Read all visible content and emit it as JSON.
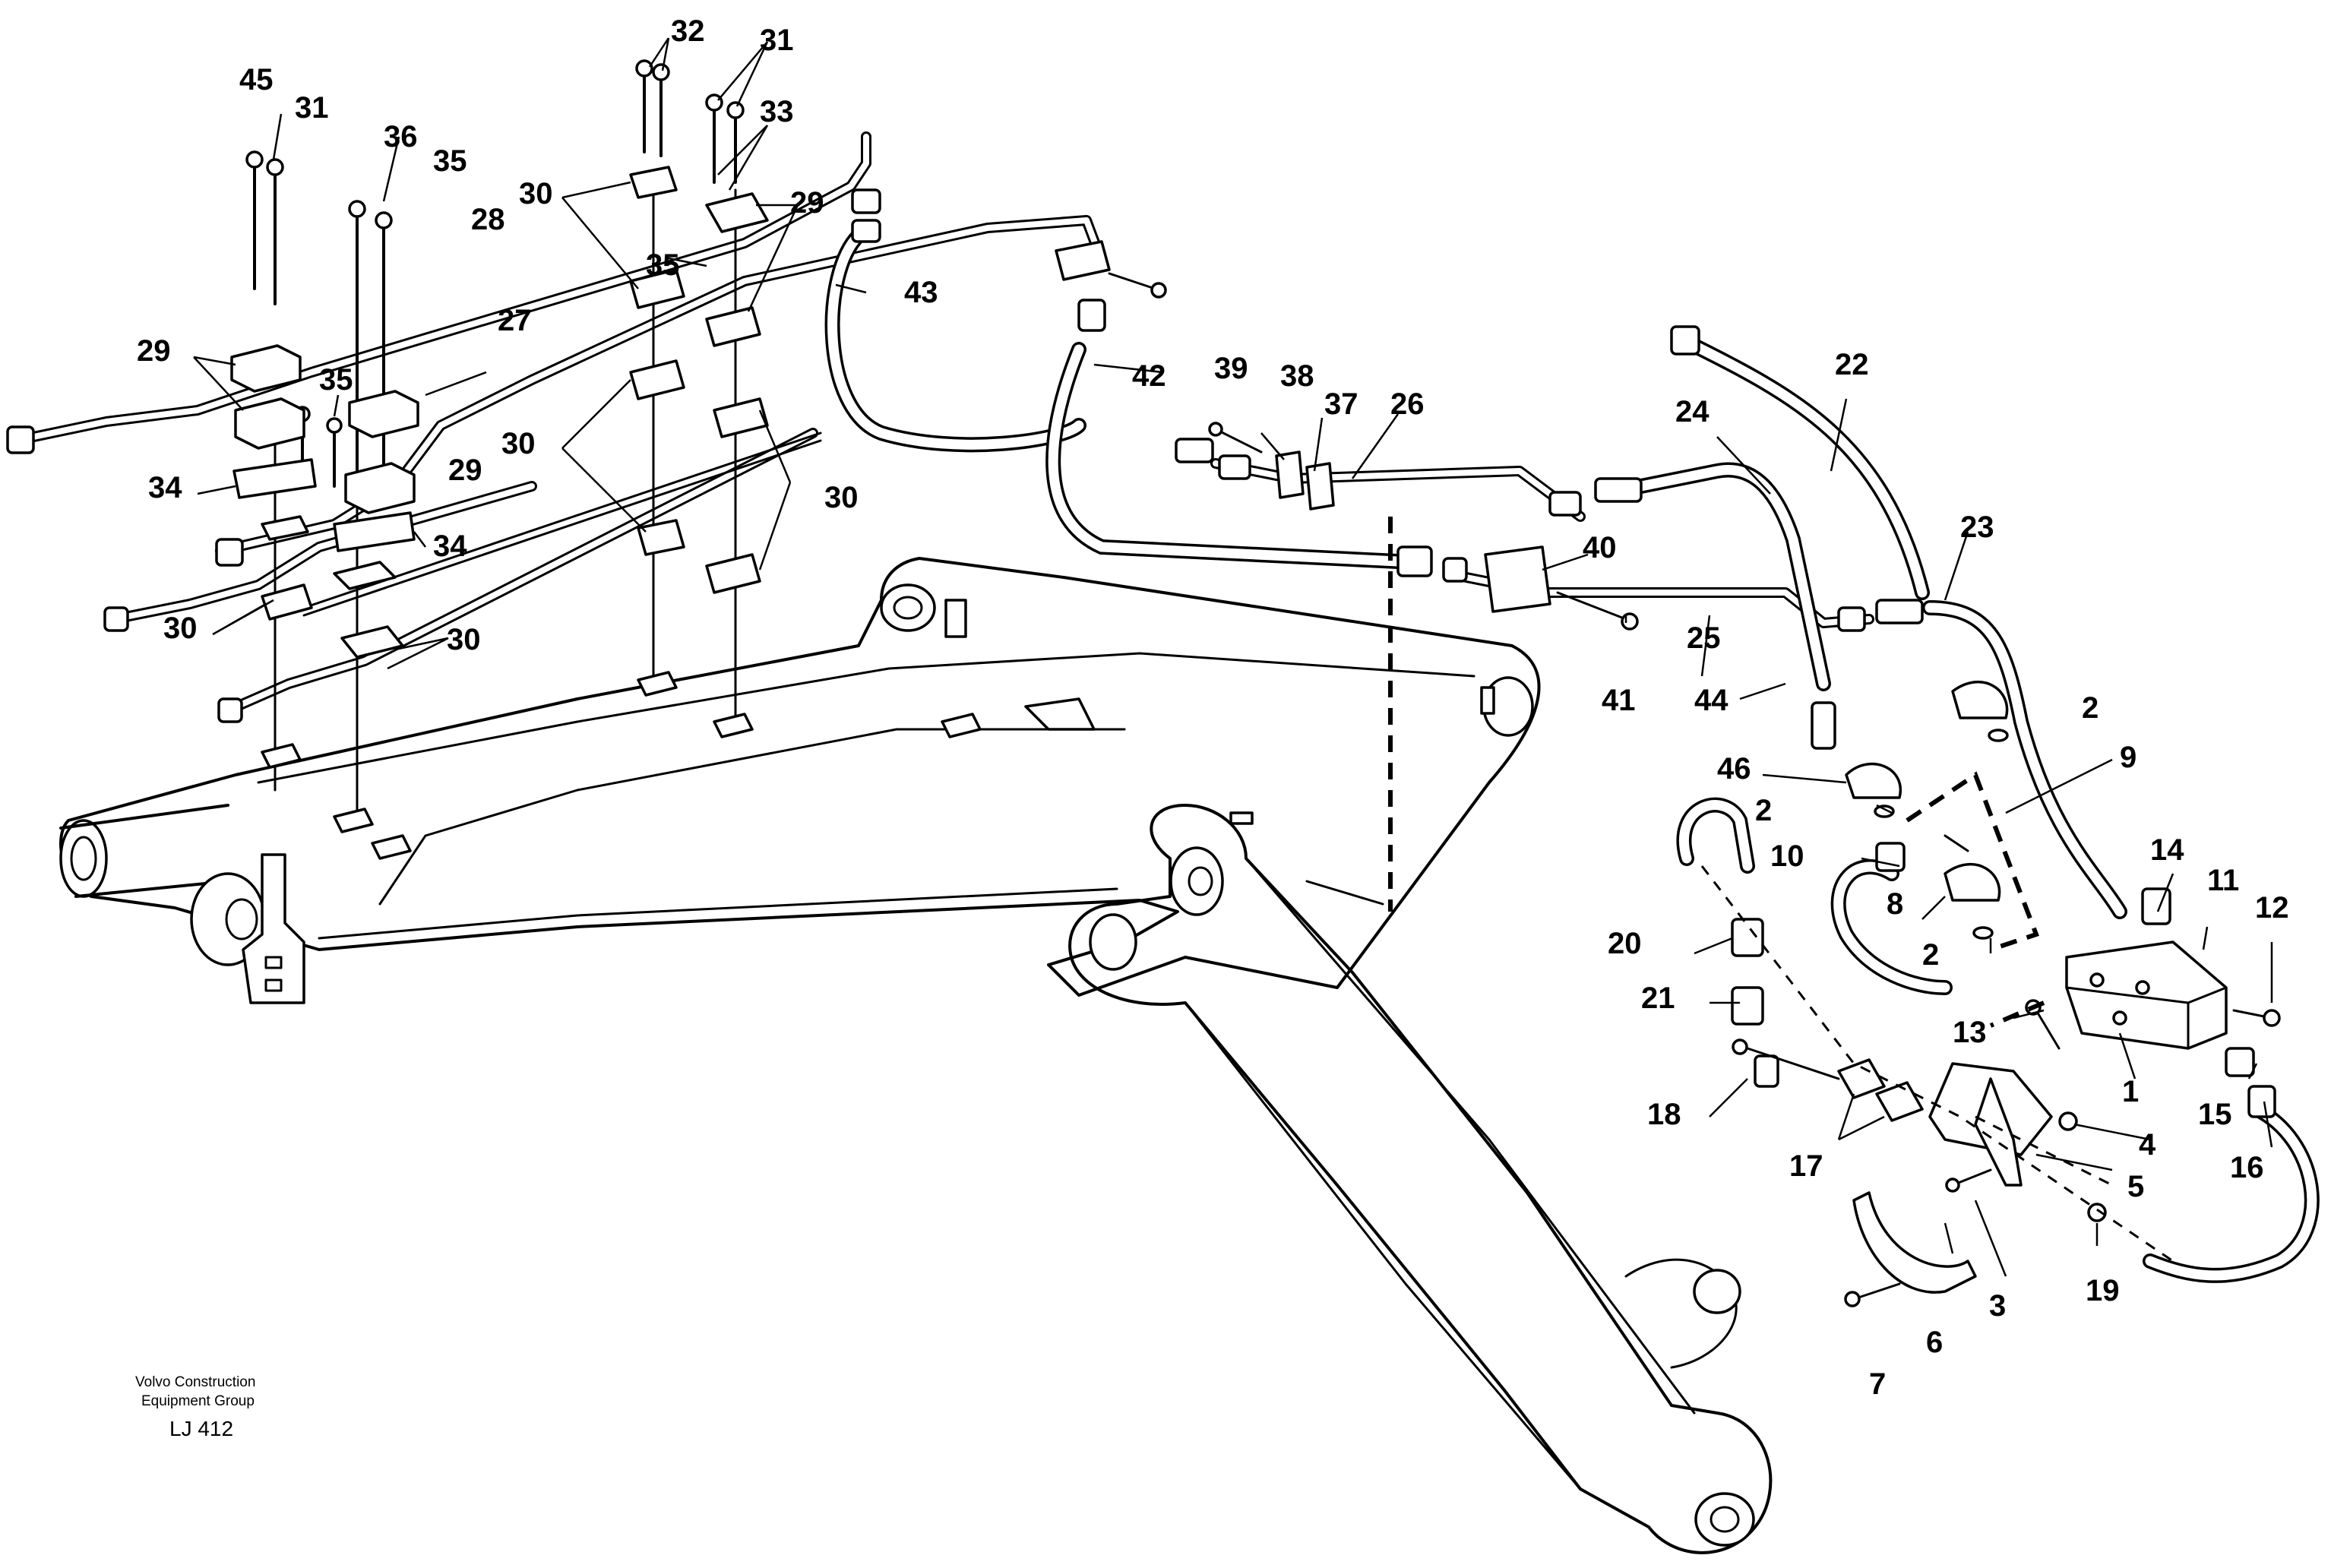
{
  "callouts": [
    {
      "id": "45",
      "label": "45"
    },
    {
      "id": "31a",
      "label": "31"
    },
    {
      "id": "32",
      "label": "32"
    },
    {
      "id": "31b",
      "label": "31"
    },
    {
      "id": "33",
      "label": "33"
    },
    {
      "id": "36",
      "label": "36"
    },
    {
      "id": "35a",
      "label": "35"
    },
    {
      "id": "30a",
      "label": "30"
    },
    {
      "id": "29a",
      "label": "29"
    },
    {
      "id": "28",
      "label": "28"
    },
    {
      "id": "35b",
      "label": "35"
    },
    {
      "id": "43",
      "label": "43"
    },
    {
      "id": "27",
      "label": "27"
    },
    {
      "id": "29b",
      "label": "29"
    },
    {
      "id": "35c",
      "label": "35"
    },
    {
      "id": "42",
      "label": "42"
    },
    {
      "id": "39",
      "label": "39"
    },
    {
      "id": "38",
      "label": "38"
    },
    {
      "id": "37",
      "label": "37"
    },
    {
      "id": "26",
      "label": "26"
    },
    {
      "id": "22",
      "label": "22"
    },
    {
      "id": "24",
      "label": "24"
    },
    {
      "id": "30b",
      "label": "30"
    },
    {
      "id": "29c",
      "label": "29"
    },
    {
      "id": "34a",
      "label": "34"
    },
    {
      "id": "30c",
      "label": "30"
    },
    {
      "id": "34b",
      "label": "34"
    },
    {
      "id": "23",
      "label": "23"
    },
    {
      "id": "40",
      "label": "40"
    },
    {
      "id": "30d",
      "label": "30"
    },
    {
      "id": "30e",
      "label": "30"
    },
    {
      "id": "25",
      "label": "25"
    },
    {
      "id": "41",
      "label": "41"
    },
    {
      "id": "44",
      "label": "44"
    },
    {
      "id": "2a",
      "label": "2"
    },
    {
      "id": "46",
      "label": "46"
    },
    {
      "id": "9",
      "label": "9"
    },
    {
      "id": "2b",
      "label": "2"
    },
    {
      "id": "10",
      "label": "10"
    },
    {
      "id": "8",
      "label": "8"
    },
    {
      "id": "14",
      "label": "14"
    },
    {
      "id": "11",
      "label": "11"
    },
    {
      "id": "12",
      "label": "12"
    },
    {
      "id": "2c",
      "label": "2"
    },
    {
      "id": "20",
      "label": "20"
    },
    {
      "id": "21",
      "label": "21"
    },
    {
      "id": "13",
      "label": "13"
    },
    {
      "id": "18",
      "label": "18"
    },
    {
      "id": "1",
      "label": "1"
    },
    {
      "id": "15",
      "label": "15"
    },
    {
      "id": "4",
      "label": "4"
    },
    {
      "id": "16",
      "label": "16"
    },
    {
      "id": "17",
      "label": "17"
    },
    {
      "id": "5",
      "label": "5"
    },
    {
      "id": "3",
      "label": "3"
    },
    {
      "id": "19",
      "label": "19"
    },
    {
      "id": "6",
      "label": "6"
    },
    {
      "id": "7",
      "label": "7"
    }
  ],
  "footer": {
    "company_line1": "Volvo Construction",
    "company_line2": "Equipment Group",
    "drawing_code": "LJ 412"
  }
}
